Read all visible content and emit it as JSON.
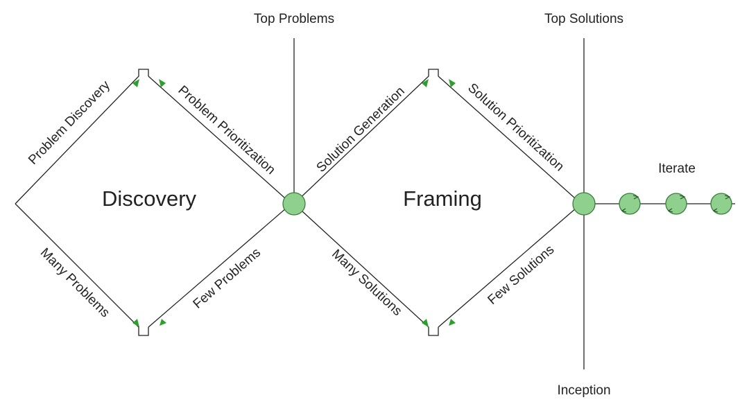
{
  "diagram": {
    "markers": {
      "top_problems": "Top Problems",
      "top_solutions": "Top Solutions",
      "inception": "Inception",
      "iterate": "Iterate"
    },
    "phases": {
      "discovery": "Discovery",
      "framing": "Framing"
    },
    "edges": {
      "problem_discovery": "Problem Discovery",
      "problem_prioritization": "Problem Prioritization",
      "many_problems": "Many Problems",
      "few_problems": "Few Problems",
      "solution_generation": "Solution Generation",
      "solution_prioritization": "Solution Prioritization",
      "many_solutions": "Many Solutions",
      "few_solutions": "Few Solutions"
    },
    "colors": {
      "line": "#222222",
      "arrow": "#2ca02c",
      "node_fill": "#8fd08f",
      "node_stroke": "#3a7d3a"
    }
  }
}
